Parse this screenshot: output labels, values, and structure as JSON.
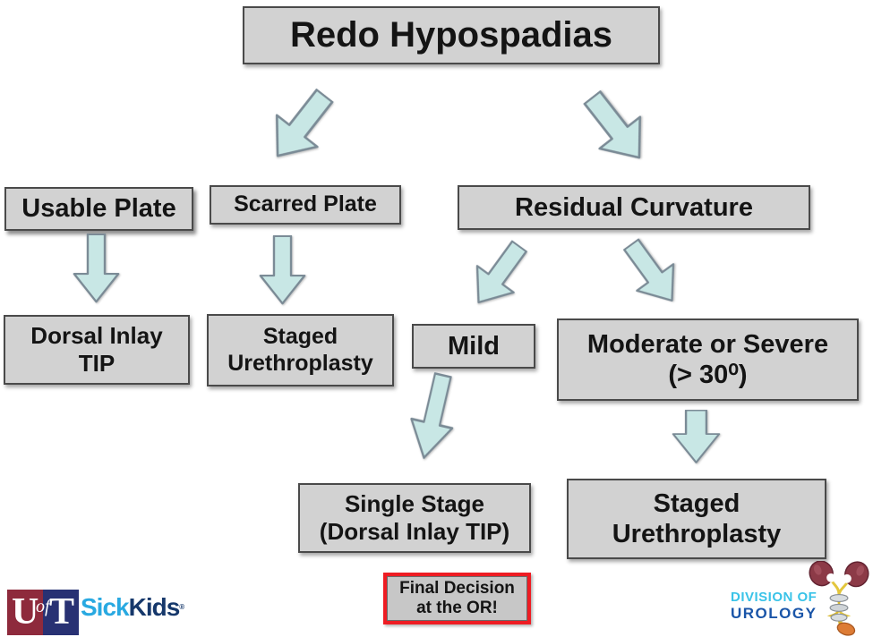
{
  "title": "Redo Hypospadias",
  "nodes": {
    "usable_plate": "Usable Plate",
    "scarred_plate": "Scarred Plate",
    "residual_curvature": "Residual Curvature",
    "dorsal_inlay_tip": "Dorsal Inlay\nTIP",
    "staged_urethroplasty_left": "Staged\nUrethroplasty",
    "mild": "Mild",
    "moderate_severe": "Moderate or Severe\n(> 30⁰)",
    "single_stage": "Single Stage\n(Dorsal Inlay TIP)",
    "staged_urethroplasty_right": "Staged\nUrethroplasty",
    "final_decision": "Final Decision\nat the OR!"
  },
  "edges": [
    {
      "from": "Redo Hypospadias",
      "to": "Usable Plate / Scarred Plate"
    },
    {
      "from": "Redo Hypospadias",
      "to": "Residual Curvature"
    },
    {
      "from": "Usable Plate",
      "to": "Dorsal Inlay TIP"
    },
    {
      "from": "Scarred Plate",
      "to": "Staged Urethroplasty"
    },
    {
      "from": "Residual Curvature",
      "to": "Mild"
    },
    {
      "from": "Residual Curvature",
      "to": "Moderate or Severe (> 30⁰)"
    },
    {
      "from": "Mild",
      "to": "Single Stage (Dorsal Inlay TIP)"
    },
    {
      "from": "Moderate or Severe (> 30⁰)",
      "to": "Staged Urethroplasty"
    }
  ],
  "footer": {
    "uoft": {
      "u": "U",
      "of": "of",
      "t": "T"
    },
    "sickkids": {
      "sick": "Sick",
      "kids": "Kids",
      "mark": "®"
    },
    "urology": {
      "line1": "DIVISION OF",
      "line2": "UROLOGY"
    }
  },
  "colors": {
    "box_fill": "#d2d2d2",
    "box_border": "#4a4a4a",
    "arrow_fill": "#c8e7e5",
    "arrow_stroke": "#7b8b96",
    "highlight_border": "#ee1c23",
    "uoft_red": "#8e2a3c",
    "uoft_navy": "#283173",
    "sickkids_light_blue": "#29a9e1",
    "sickkids_navy": "#16386b",
    "urology_light_blue": "#3ac3e8",
    "urology_blue": "#1a55a8"
  }
}
